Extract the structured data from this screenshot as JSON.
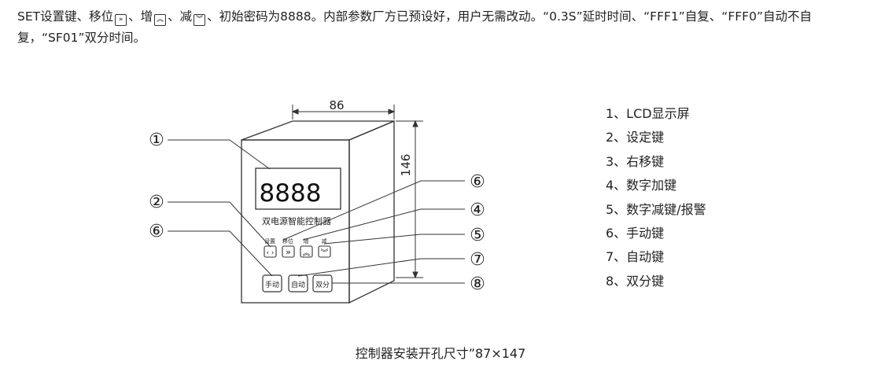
{
  "intro": {
    "seg1": "SET设置键、移位",
    "seg2": "、增",
    "seg3": "、减",
    "seg4": "、初始密码为8888。内部参数厂方已预设好，用户无需改动。“0.3S”延时时间、“FFF1”自复、“FFF0”自动不自复，“SF01”双分时间。",
    "icon_shift": "»",
    "icon_up": "︽",
    "icon_down": "︾"
  },
  "diagram": {
    "dim_width": "86",
    "dim_height": "146",
    "display_value": "8888",
    "device_name": "双电源智能控制器",
    "key_labels": [
      "设置",
      "移位",
      "增",
      "减"
    ],
    "key_glyphs": [
      "‹ ›",
      "»",
      "︽",
      "︾"
    ],
    "big_buttons": [
      "手动",
      "自动",
      "双分"
    ],
    "callouts": {
      "c1": "①",
      "c2": "②",
      "c6a": "⑥",
      "c6b": "⑥",
      "c4": "④",
      "c5": "⑤",
      "c7": "⑦",
      "c8": "⑧"
    }
  },
  "legend": [
    "1、LCD显示屏",
    "2、设定键",
    "3、右移键",
    "4、数字加键",
    "5、数字减键/报警",
    "6、手动键",
    "7、自动键",
    "8、双分键"
  ],
  "caption": "控制器安装开孔尺寸”87×147"
}
